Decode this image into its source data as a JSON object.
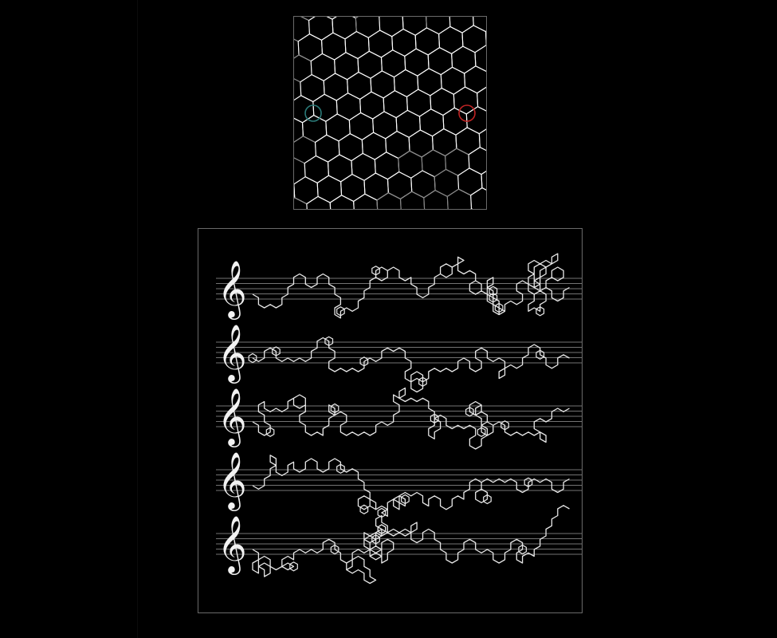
{
  "hex_grid": {
    "line_color": "#ffffff",
    "dim_line_color": "#8a8a8a",
    "start_marker": {
      "color": "#2a7a78",
      "name": "teal-circle"
    },
    "end_marker": {
      "color": "#c02424",
      "name": "red-circle"
    }
  },
  "score": {
    "staff_count": 5,
    "lines_per_staff": 5,
    "staff_line_color": "#9a9a9a",
    "path_color": "#e8e8e8",
    "clef_symbol": "𝄞",
    "clef_name": "treble-clef-icon"
  }
}
